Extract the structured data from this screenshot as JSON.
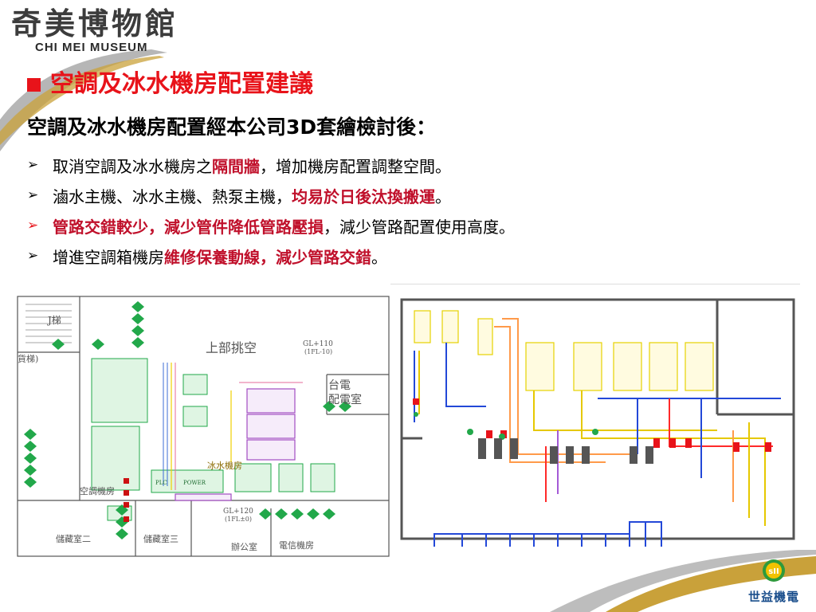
{
  "logo": {
    "chinese": "奇美博物館",
    "english": "CHI MEI MUSEUM"
  },
  "title": "空調及冰水機房配置建議",
  "subtitle": "空調及冰水機房配置經本公司3D套繪檢討後：",
  "bullets": [
    {
      "pre": "取消空調及冰水機房之",
      "hl": "隔間牆",
      "post": "，增加機房配置調整空間。"
    },
    {
      "pre": "滷水主機、冰水主機、熱泵主機，",
      "hl": "均易於日後汰換搬運",
      "post": "。"
    },
    {
      "hl": "管路交錯較少，減少管件降低管路壓損",
      "post": "，減少管路配置使用高度。"
    },
    {
      "pre": "增進空調箱機房",
      "hl": "維修保養動線，減少管路交錯",
      "post": "。"
    }
  ],
  "plan_labels": {
    "stair": "J梯",
    "stair_left": "貨梯)",
    "upper_void": "上部挑空",
    "gl110": "GL+110",
    "gl110_sub": "(1FL-10)",
    "substation_1": "台電",
    "substation_2": "配電室",
    "chiller_room": "冰水機房",
    "ac_room": "空調機房",
    "gl120": "GL+120",
    "gl120_sub": "(1FL±0)",
    "storage_2": "儲藏室二",
    "storage_3": "儲藏室三",
    "office": "辦公室",
    "telecom": "電信機房",
    "plc": "PLC",
    "power": "POWER"
  },
  "company": {
    "badge": "sII",
    "name": "世益機電"
  },
  "colors": {
    "title_red": "#e8131a",
    "highlight_red": "#c0102b",
    "swoosh_gold": "#c9a13a"
  }
}
